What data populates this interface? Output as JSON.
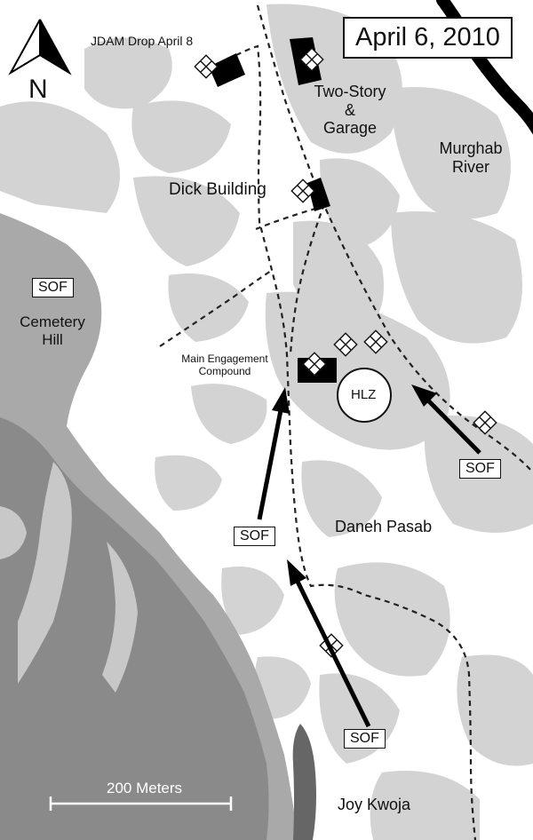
{
  "date_label": "April 6, 2010",
  "north_label": "N",
  "labels": {
    "jdam_drop": "JDAM Drop April 8",
    "two_story_line1": "Two-Story",
    "two_story_line2": "&",
    "two_story_line3": "Garage",
    "river_line1": "Murghab",
    "river_line2": "River",
    "dick_building": "Dick Building",
    "cemetery_line1": "Cemetery",
    "cemetery_line2": "Hill",
    "main_engagement_line1": "Main Engagement",
    "main_engagement_line2": "Compound",
    "hlz": "HLZ",
    "village_daneh_pasab": "Daneh Pasab",
    "village_joy_kwoja": "Joy Kwoja"
  },
  "sof_label": "SOF",
  "scale_bar": {
    "label": "200 Meters"
  },
  "colors": {
    "vegetation": "#d3d3d3",
    "hill_light": "#a9a9a9",
    "hill_dark": "#8a8a8a",
    "river": "#000000",
    "road": "#222222"
  }
}
